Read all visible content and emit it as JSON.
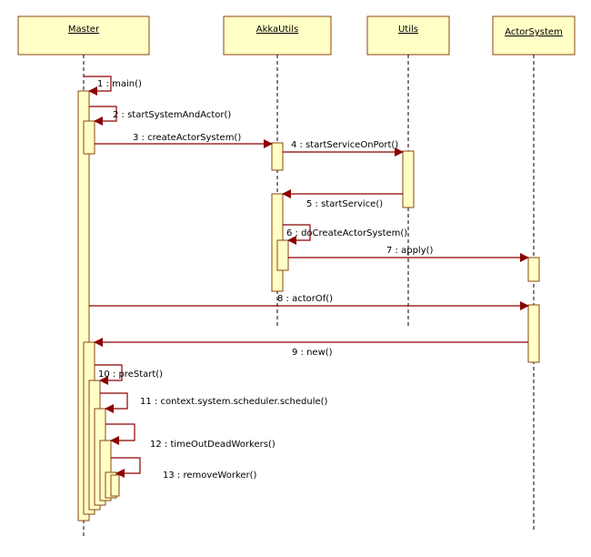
{
  "lifelines": [
    {
      "id": "master",
      "name": "Master"
    },
    {
      "id": "akkautils",
      "name": "AkkaUtils"
    },
    {
      "id": "utils",
      "name": "Utils"
    },
    {
      "id": "actorsystem",
      "name": "ActorSystem"
    }
  ],
  "messages": [
    {
      "label": "1 : main()"
    },
    {
      "label": "2 : startSystemAndActor()"
    },
    {
      "label": "3 : createActorSystem()"
    },
    {
      "label": "4 : startServiceOnPort()"
    },
    {
      "label": "5 : startService()"
    },
    {
      "label": "6 : doCreateActorSystem()"
    },
    {
      "label": "7 : apply()"
    },
    {
      "label": "8 : actorOf()"
    },
    {
      "label": "9 : new()"
    },
    {
      "label": "10 : preStart()"
    },
    {
      "label": "11 : context.system.scheduler.schedule()"
    },
    {
      "label": "12 : timeOutDeadWorkers()"
    },
    {
      "label": "13 : removeWorker()"
    }
  ],
  "colors": {
    "box_fill": "#ffffc6",
    "box_stroke": "#8b4513",
    "arrow": "#8b0000",
    "lifeline": "#000000"
  }
}
